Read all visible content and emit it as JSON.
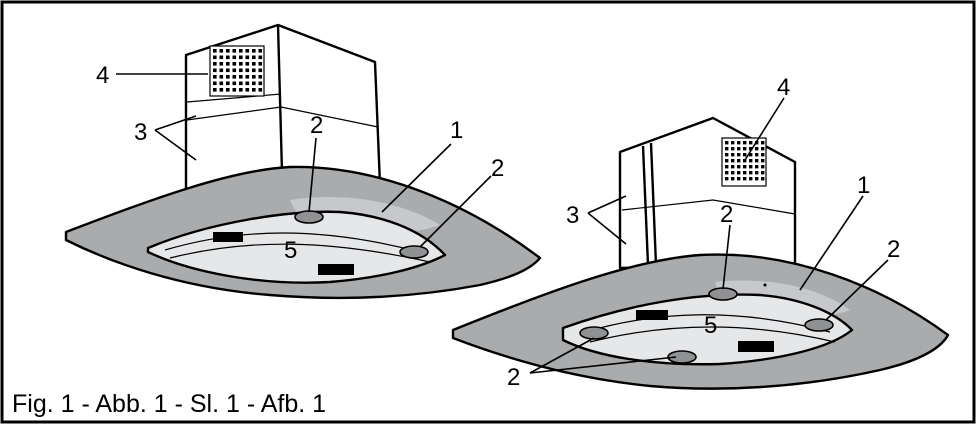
{
  "figure": {
    "caption": "Fig. 1 - Abb. 1 - Sl. 1 - Afb. 1",
    "left_hood": {
      "callouts": {
        "c1": "1",
        "c2a": "2",
        "c2b": "2",
        "c3": "3",
        "c4": "4",
        "c5": "5"
      }
    },
    "right_hood": {
      "callouts": {
        "c1": "1",
        "c2a": "2",
        "c2b": "2",
        "c2c": "2",
        "c2d": "2",
        "c3": "3",
        "c4": "4",
        "c5": "5"
      }
    }
  },
  "colors": {
    "frame": "#000000",
    "glass": "#a9abad",
    "chimney": "#ffffff",
    "filter_panel": "#e6e7e9",
    "glass_highlight": "#c6c8cb",
    "vent_button": "#8f9193"
  }
}
